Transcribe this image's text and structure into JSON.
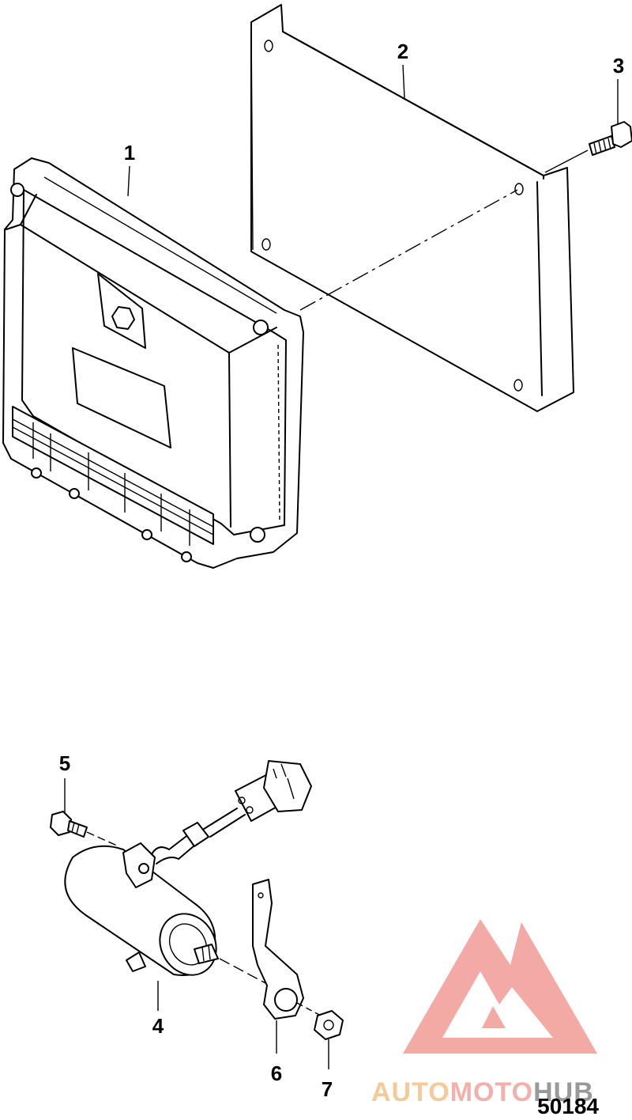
{
  "callouts": [
    {
      "id": "1",
      "label": "1",
      "part": "control module"
    },
    {
      "id": "2",
      "label": "2",
      "part": "mounting plate"
    },
    {
      "id": "3",
      "label": "3",
      "part": "screw"
    },
    {
      "id": "4",
      "label": "4",
      "part": "actuator motor"
    },
    {
      "id": "5",
      "label": "5",
      "part": "bolt"
    },
    {
      "id": "6",
      "label": "6",
      "part": "bracket"
    },
    {
      "id": "7",
      "label": "7",
      "part": "nut"
    }
  ],
  "figure_number": "50184",
  "watermark": {
    "part1": "AUTO",
    "part2": "MOTO",
    "part3": "HUB",
    "colors": {
      "part1": "#f6c58d",
      "part2": "#f2a7a1",
      "part3": "#8e8e8e",
      "triangle": "#f2a19c"
    }
  }
}
